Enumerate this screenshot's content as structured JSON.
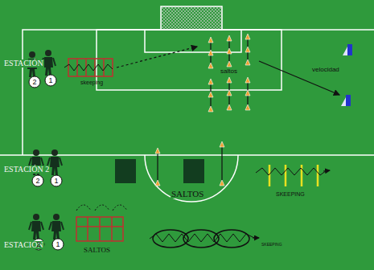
{
  "diagram": {
    "labels": [
      "ESTACIÓN",
      "2",
      "1",
      "skeeping",
      "saltos",
      "velocidad",
      "ESTACIÓN 2",
      "2",
      "1",
      "SALTOS",
      "SKEEPING",
      "ESTACIÓN",
      "2",
      "1",
      "SALTOS",
      "SKEEPING"
    ]
  }
}
